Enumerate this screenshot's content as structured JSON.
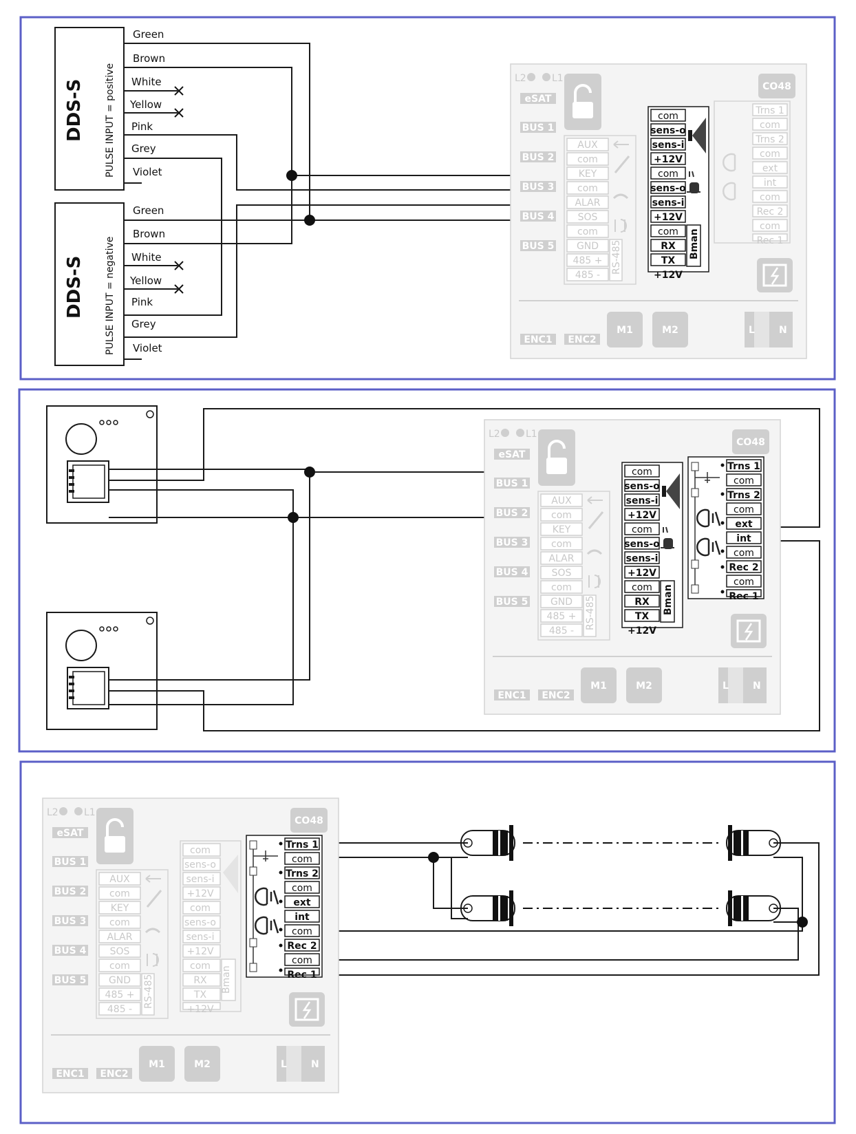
{
  "board": {
    "l2": "L2",
    "l1": "L1",
    "esat": "eSAT",
    "model": "CO48",
    "bus": [
      "BUS 1",
      "BUS 2",
      "BUS 3",
      "BUS 4",
      "BUS 5"
    ],
    "aux_terminals": [
      "AUX",
      "com",
      "KEY",
      "com",
      "ALAR",
      "SOS",
      "com",
      "GND",
      "485 +",
      "485 -"
    ],
    "rs485": "RS-485",
    "sensor_terminals": [
      "com",
      "sens-o",
      "sens-i",
      "+12V",
      "com",
      "sens-o",
      "sens-i",
      "+12V",
      "com",
      "RX",
      "TX",
      "+12V"
    ],
    "bman": "Bman",
    "relay_terminals": [
      "Trns 1",
      "com",
      "Trns 2",
      "com",
      "ext",
      "int",
      "com",
      "Rec 2",
      "com",
      "Rec 1"
    ],
    "motors": [
      "M1",
      "M2"
    ],
    "enc": [
      "ENC1",
      "ENC2"
    ],
    "power": [
      "L",
      "N"
    ]
  },
  "panel1": {
    "device_top": {
      "title": "DDS-S",
      "subtitle": "PULSE INPUT = positive",
      "wires": [
        "Green",
        "Brown",
        "White",
        "Yellow",
        "Pink",
        "Grey",
        "Violet"
      ]
    },
    "device_bottom": {
      "title": "DDS-S",
      "subtitle": "PULSE INPUT = negative",
      "wires": [
        "Green",
        "Brown",
        "White",
        "Yellow",
        "Pink",
        "Grey",
        "Violet"
      ]
    }
  }
}
